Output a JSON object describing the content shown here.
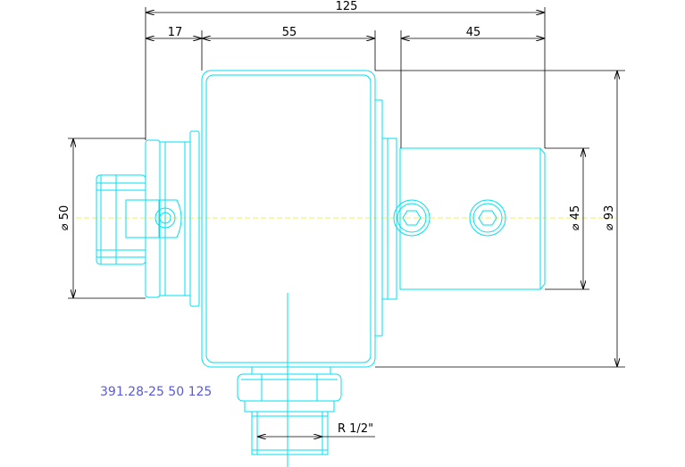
{
  "colors": {
    "part_outline": "#00e0f0",
    "dimension_line": "#000000",
    "centerline": "#f2f25a",
    "label_text": "#5a5ad6"
  },
  "dimensions": {
    "overall_length": "125",
    "left_flange": "17",
    "body_length": "55",
    "shaft_length": "45",
    "inlet_diameter": "⌀ 50",
    "shaft_diameter": "⌀ 45",
    "body_diameter": "⌀ 93",
    "thread_size": "R 1/2\""
  },
  "part_number": "391.28-25 50 125"
}
